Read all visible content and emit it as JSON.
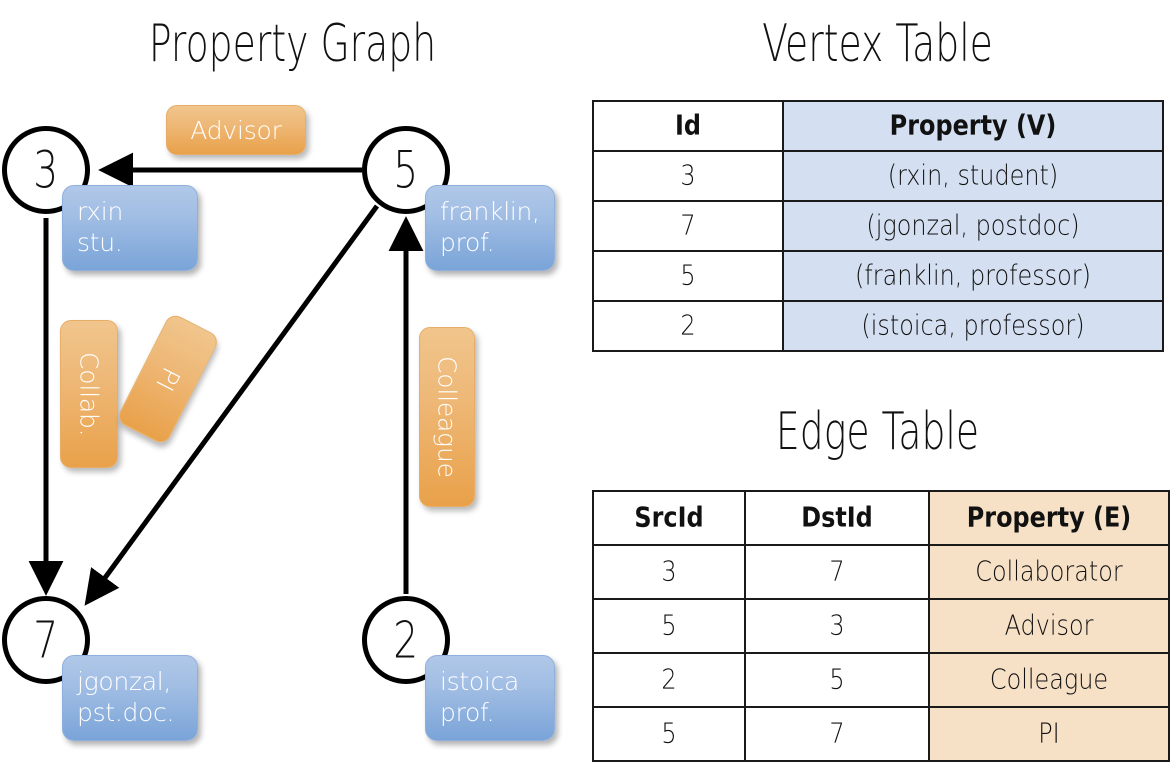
{
  "titles": {
    "property_graph": "Property Graph",
    "vertex_table": "Vertex Table",
    "edge_table": "Edge Table"
  },
  "graph": {
    "vertices": [
      {
        "id": "3",
        "prop_line1": "rxin",
        "prop_line2": "stu."
      },
      {
        "id": "5",
        "prop_line1": "franklin,",
        "prop_line2": "prof."
      },
      {
        "id": "7",
        "prop_line1": "jgonzal,",
        "prop_line2": "pst.doc."
      },
      {
        "id": "2",
        "prop_line1": "istoica",
        "prop_line2": "prof."
      }
    ],
    "edge_labels": {
      "advisor": "Advisor",
      "collab": "Collab.",
      "pi": "PI",
      "colleague": "Colleague"
    }
  },
  "vertex_table": {
    "columns": [
      "Id",
      "Property (V)"
    ],
    "rows": [
      {
        "id": "3",
        "property": "(rxin, student)"
      },
      {
        "id": "7",
        "property": "(jgonzal, postdoc)"
      },
      {
        "id": "5",
        "property": "(franklin, professor)"
      },
      {
        "id": "2",
        "property": "(istoica, professor)"
      }
    ]
  },
  "edge_table": {
    "columns": [
      "SrcId",
      "DstId",
      "Property (E)"
    ],
    "rows": [
      {
        "src": "3",
        "dst": "7",
        "property": "Collaborator"
      },
      {
        "src": "5",
        "dst": "3",
        "property": "Advisor"
      },
      {
        "src": "2",
        "dst": "5",
        "property": "Colleague"
      },
      {
        "src": "5",
        "dst": "7",
        "property": "PI"
      }
    ]
  },
  "colors": {
    "vertex_box_blue": "#7aa4d8",
    "edge_label_orange": "#e9a14a",
    "vertex_table_header_blue": "#d4e0f1",
    "edge_table_header_peach": "#f6e0c6",
    "stroke": "#000000"
  }
}
